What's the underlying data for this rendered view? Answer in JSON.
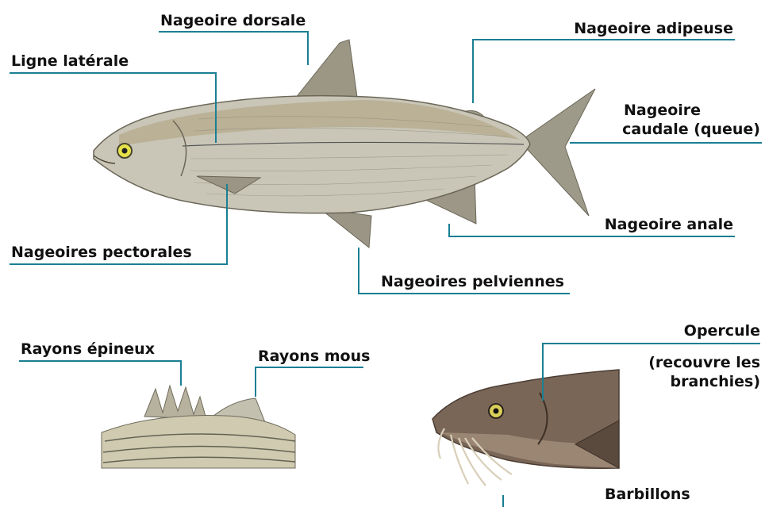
{
  "colors": {
    "leader_line": "#1a7f93",
    "label_text": "#111111",
    "fish_body": "#c9c6b8",
    "fish_back": "#b4a888",
    "fin": "#9a9585",
    "catfish_body": "#7a6657"
  },
  "labels": {
    "dorsal": "Nageoire dorsale",
    "adipose": "Nageoire adipeuse",
    "lateral_line": "Ligne latérale",
    "caudal_line1": "Nageoire",
    "caudal_line2": "caudale (queue)",
    "pectoral": "Nageoires pectorales",
    "anal": "Nageoire anale",
    "pelvic": "Nageoires pelviennes",
    "spiny_rays": "Rayons épineux",
    "soft_rays": "Rayons mous",
    "operculum": "Opercule",
    "operculum_note_line1": "(recouvre les",
    "operculum_note_line2": "branchies)",
    "barbels": "Barbillons"
  },
  "illustrations": {
    "main_fish": "whitefish-illustration",
    "fin_detail": "spiny-and-soft-dorsal-fin-detail",
    "catfish_head": "catfish-head-illustration"
  }
}
